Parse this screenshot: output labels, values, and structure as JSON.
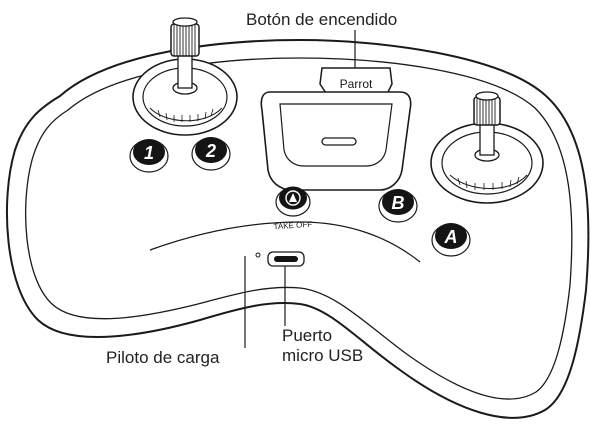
{
  "labels": {
    "power_button": "Botón de encendido",
    "charge_led": "Piloto de carga",
    "usb_port_line1": "Puerto",
    "usb_port_line2": "micro USB"
  },
  "controller": {
    "brand": "Parrot",
    "button_1": "1",
    "button_2": "2",
    "button_a": "A",
    "button_b": "B",
    "takeoff_text": "TAKE OFF"
  },
  "colors": {
    "outline": "#1a1a1a",
    "button_fill": "#141414",
    "background": "#ffffff"
  },
  "icons": [
    "takeoff-arrow-icon"
  ]
}
